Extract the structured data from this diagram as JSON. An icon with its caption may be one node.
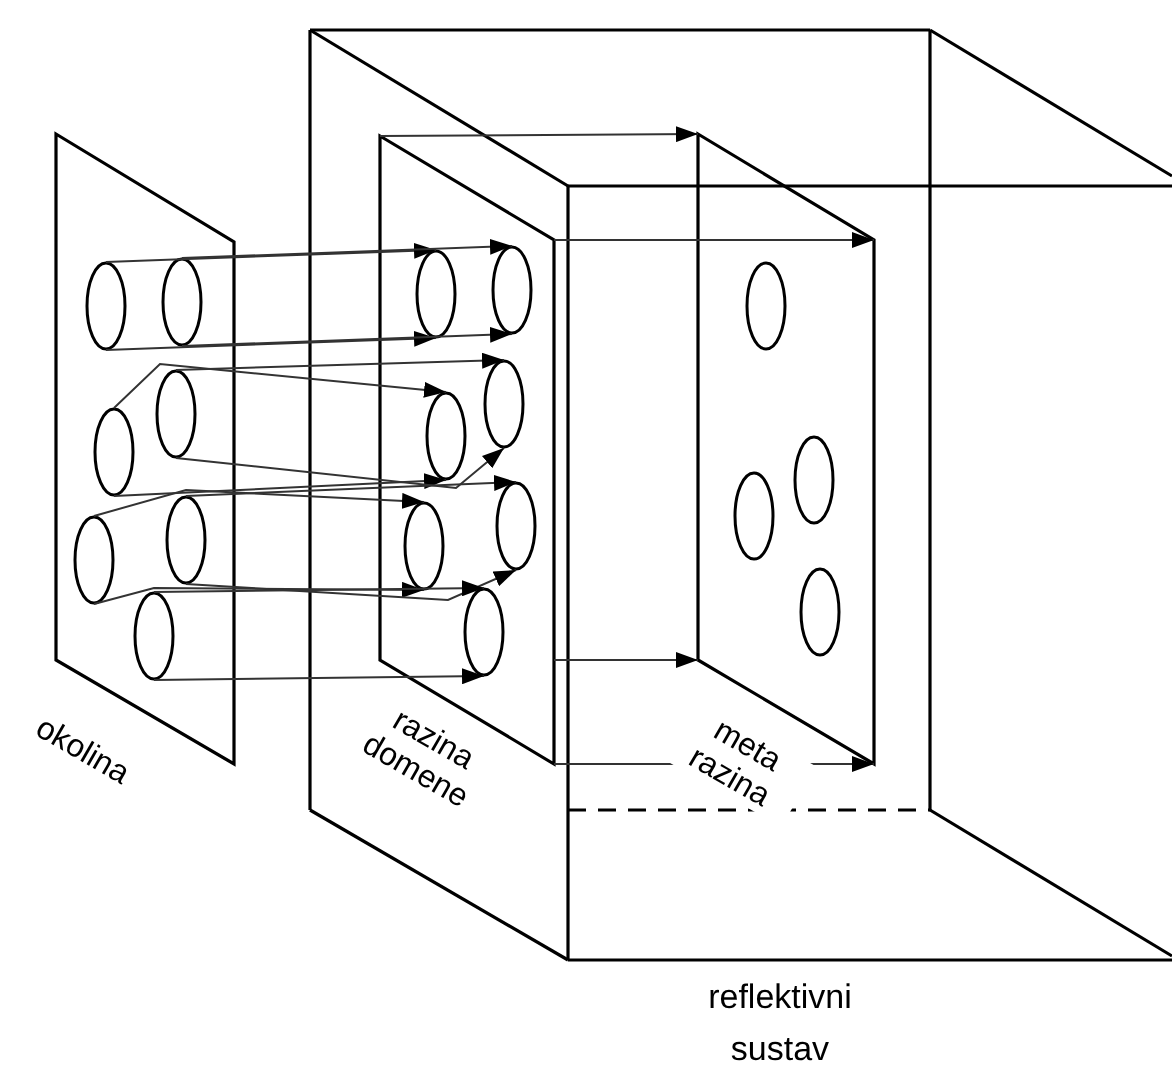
{
  "diagram": {
    "nodes": [
      {
        "text": [
          "okolina"
        ]
      },
      {
        "text": [
          "reflektivni sustav"
        ]
      },
      {
        "text": [
          "razina domene"
        ],
        "in": 1
      },
      {
        "text": [
          "meta razina"
        ],
        "in": 1
      },
      {
        "text": [],
        "shape": "ellipse",
        "in": 0
      },
      {
        "text": [],
        "shape": "ellipse",
        "in": 0
      },
      {
        "text": [],
        "shape": "ellipse",
        "in": 0
      },
      {
        "text": [],
        "shape": "ellipse",
        "in": 0
      },
      {
        "text": [],
        "shape": "ellipse",
        "in": 0
      },
      {
        "text": [],
        "shape": "ellipse",
        "in": 0
      },
      {
        "text": [],
        "shape": "ellipse",
        "in": 0
      },
      {
        "text": [],
        "shape": "ellipse",
        "in": 2
      },
      {
        "text": [],
        "shape": "ellipse",
        "in": 2
      },
      {
        "text": [],
        "shape": "ellipse",
        "in": 2
      },
      {
        "text": [],
        "shape": "ellipse",
        "in": 2
      },
      {
        "text": [],
        "shape": "ellipse",
        "in": 2
      },
      {
        "text": [],
        "shape": "ellipse",
        "in": 2
      },
      {
        "text": [],
        "shape": "ellipse",
        "in": 2
      },
      {
        "text": [],
        "shape": "ellipse",
        "in": 3
      },
      {
        "text": [],
        "shape": "ellipse",
        "in": 3
      },
      {
        "text": [],
        "shape": "ellipse",
        "in": 3
      },
      {
        "text": [],
        "shape": "ellipse",
        "in": 3
      }
    ],
    "edges": [
      {
        "from": 4,
        "to": 11,
        "arrow": "to"
      },
      {
        "from": 4,
        "to": 11,
        "arrow": "to"
      },
      {
        "from": 5,
        "to": 12,
        "arrow": "to"
      },
      {
        "from": 5,
        "to": 12,
        "arrow": "to"
      },
      {
        "from": 6,
        "to": 13,
        "arrow": "to"
      },
      {
        "from": 6,
        "to": 13,
        "arrow": "to"
      },
      {
        "from": 7,
        "to": 14,
        "arrow": "to"
      },
      {
        "from": 7,
        "to": 14,
        "arrow": "to"
      },
      {
        "from": 8,
        "to": 15,
        "arrow": "to"
      },
      {
        "from": 8,
        "to": 15,
        "arrow": "to"
      },
      {
        "from": 9,
        "to": 16,
        "arrow": "to"
      },
      {
        "from": 9,
        "to": 16,
        "arrow": "to"
      },
      {
        "from": 10,
        "to": 17,
        "arrow": "to"
      },
      {
        "from": 10,
        "to": 17,
        "arrow": "to"
      },
      {
        "from": 2,
        "to": 3,
        "arrow": "to"
      },
      {
        "from": 2,
        "to": 3,
        "arrow": "to"
      },
      {
        "from": 2,
        "to": 3,
        "arrow": "to"
      },
      {
        "from": 2,
        "to": 3,
        "arrow": "to"
      }
    ]
  }
}
